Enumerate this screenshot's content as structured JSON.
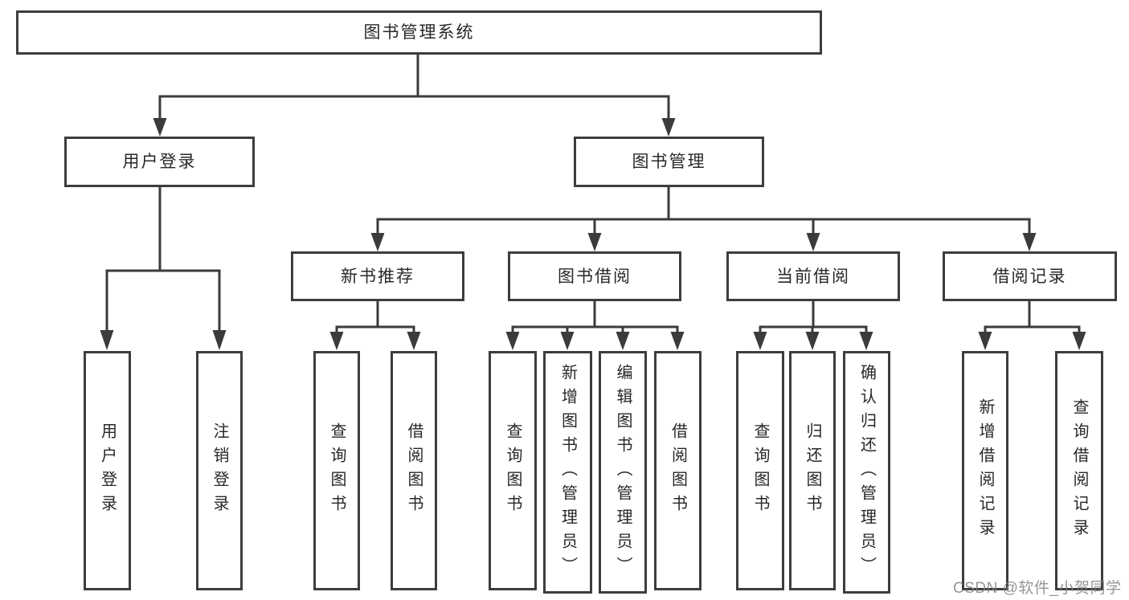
{
  "diagram": {
    "root": {
      "label": "图书管理系统"
    },
    "branches": [
      {
        "label": "用户登录",
        "children": [
          {
            "label": "用户登录"
          },
          {
            "label": "注销登录"
          }
        ]
      },
      {
        "label": "图书管理",
        "children": [
          {
            "label": "新书推荐",
            "children": [
              {
                "label": "查询图书"
              },
              {
                "label": "借阅图书"
              }
            ]
          },
          {
            "label": "图书借阅",
            "children": [
              {
                "label": "查询图书"
              },
              {
                "label": "新增图书（管理员）"
              },
              {
                "label": "编辑图书（管理员）"
              },
              {
                "label": "借阅图书"
              }
            ]
          },
          {
            "label": "当前借阅",
            "children": [
              {
                "label": "查询图书"
              },
              {
                "label": "归还图书"
              },
              {
                "label": "确认归还（管理员）"
              }
            ]
          },
          {
            "label": "借阅记录",
            "children": [
              {
                "label": "新增借阅记录"
              },
              {
                "label": "查询借阅记录"
              }
            ]
          }
        ]
      }
    ],
    "watermark": "CSDN @软件_小贺同学",
    "colors": {
      "line": "#3b3b3b",
      "box_border": "#3d3d3d",
      "box_fill": "#ffffff",
      "text": "#282828",
      "watermark": "#828282"
    }
  }
}
